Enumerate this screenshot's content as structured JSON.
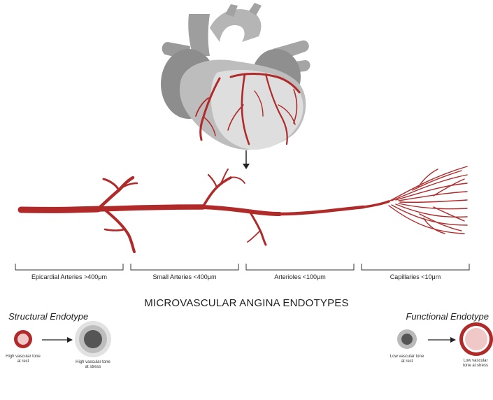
{
  "segments": [
    {
      "label": "Epicardial Arteries >400μm"
    },
    {
      "label": "Small Arteries <400μm"
    },
    {
      "label": "Arterioles <100μm"
    },
    {
      "label": "Capillaries <10μm"
    }
  ],
  "title": "MICROVASCULAR ANGINA ENDOTYPES",
  "structural": {
    "heading": "Structural Endotype",
    "rest_caption": "High vascular tone at rest",
    "stress_caption": "High vascular tone at stress"
  },
  "functional": {
    "heading": "Functional Endotype",
    "rest_caption": "Low vascular tone at rest",
    "stress_caption": "Low vascular tone at stress"
  },
  "colors": {
    "vessel": "#b02a2a",
    "vessel_dark": "#8e1c1c",
    "heart_gray": "#a9a9a9",
    "heart_light": "#d2d2d2"
  }
}
